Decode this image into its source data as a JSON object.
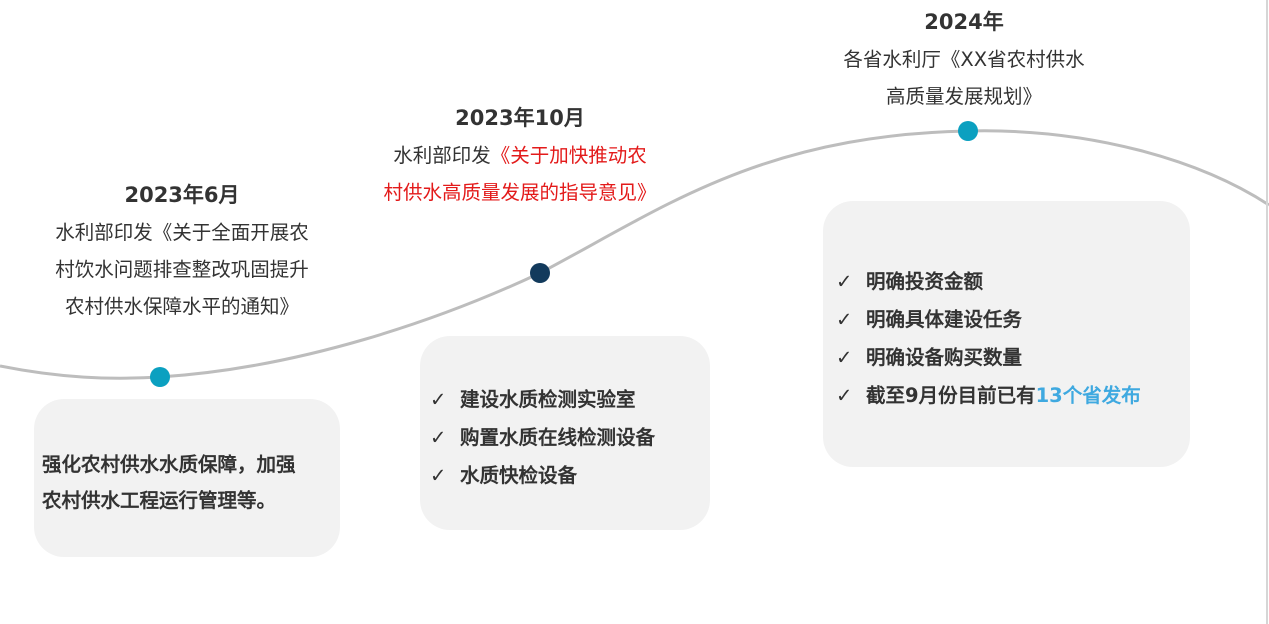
{
  "milestones": [
    {
      "date": "2023年6月",
      "desc_lines": [
        "水利部印发《关于全面开展农",
        "村饮水问题排查整改巩固提升",
        "农村供水保障水平的通知》"
      ],
      "dot_color": "#0ba0c0"
    },
    {
      "date": "2023年10月",
      "desc_prefix": "水利部印发",
      "desc_highlight_1": "《关于加快推动农",
      "desc_highlight_2": "村供水高质量发展的指导意见》",
      "highlight_color": "#e31a1a",
      "dot_color": "#123a5c"
    },
    {
      "date": "2024年",
      "desc_lines": [
        "各省水利厅《XX省农村供水",
        "高质量发展规划》"
      ],
      "dot_color": "#0ba0c0"
    }
  ],
  "cards": {
    "card1": {
      "lines": [
        "强化农村供水水质保障，加强",
        "农村供水工程运行管理等。"
      ]
    },
    "card2": {
      "check": "✓",
      "items": [
        "建设水质检测实验室",
        "购置水质在线检测设备",
        "水质快检设备"
      ]
    },
    "card3": {
      "check": "✓",
      "items": [
        "明确投资金额",
        "明确具体建设任务",
        "明确设备购买数量"
      ],
      "last_item_prefix": "截至9月份目前已有",
      "last_item_highlight": "13个省发布",
      "highlight_color": "#3fa9e0"
    }
  },
  "curve_color": "#bdbdbd"
}
